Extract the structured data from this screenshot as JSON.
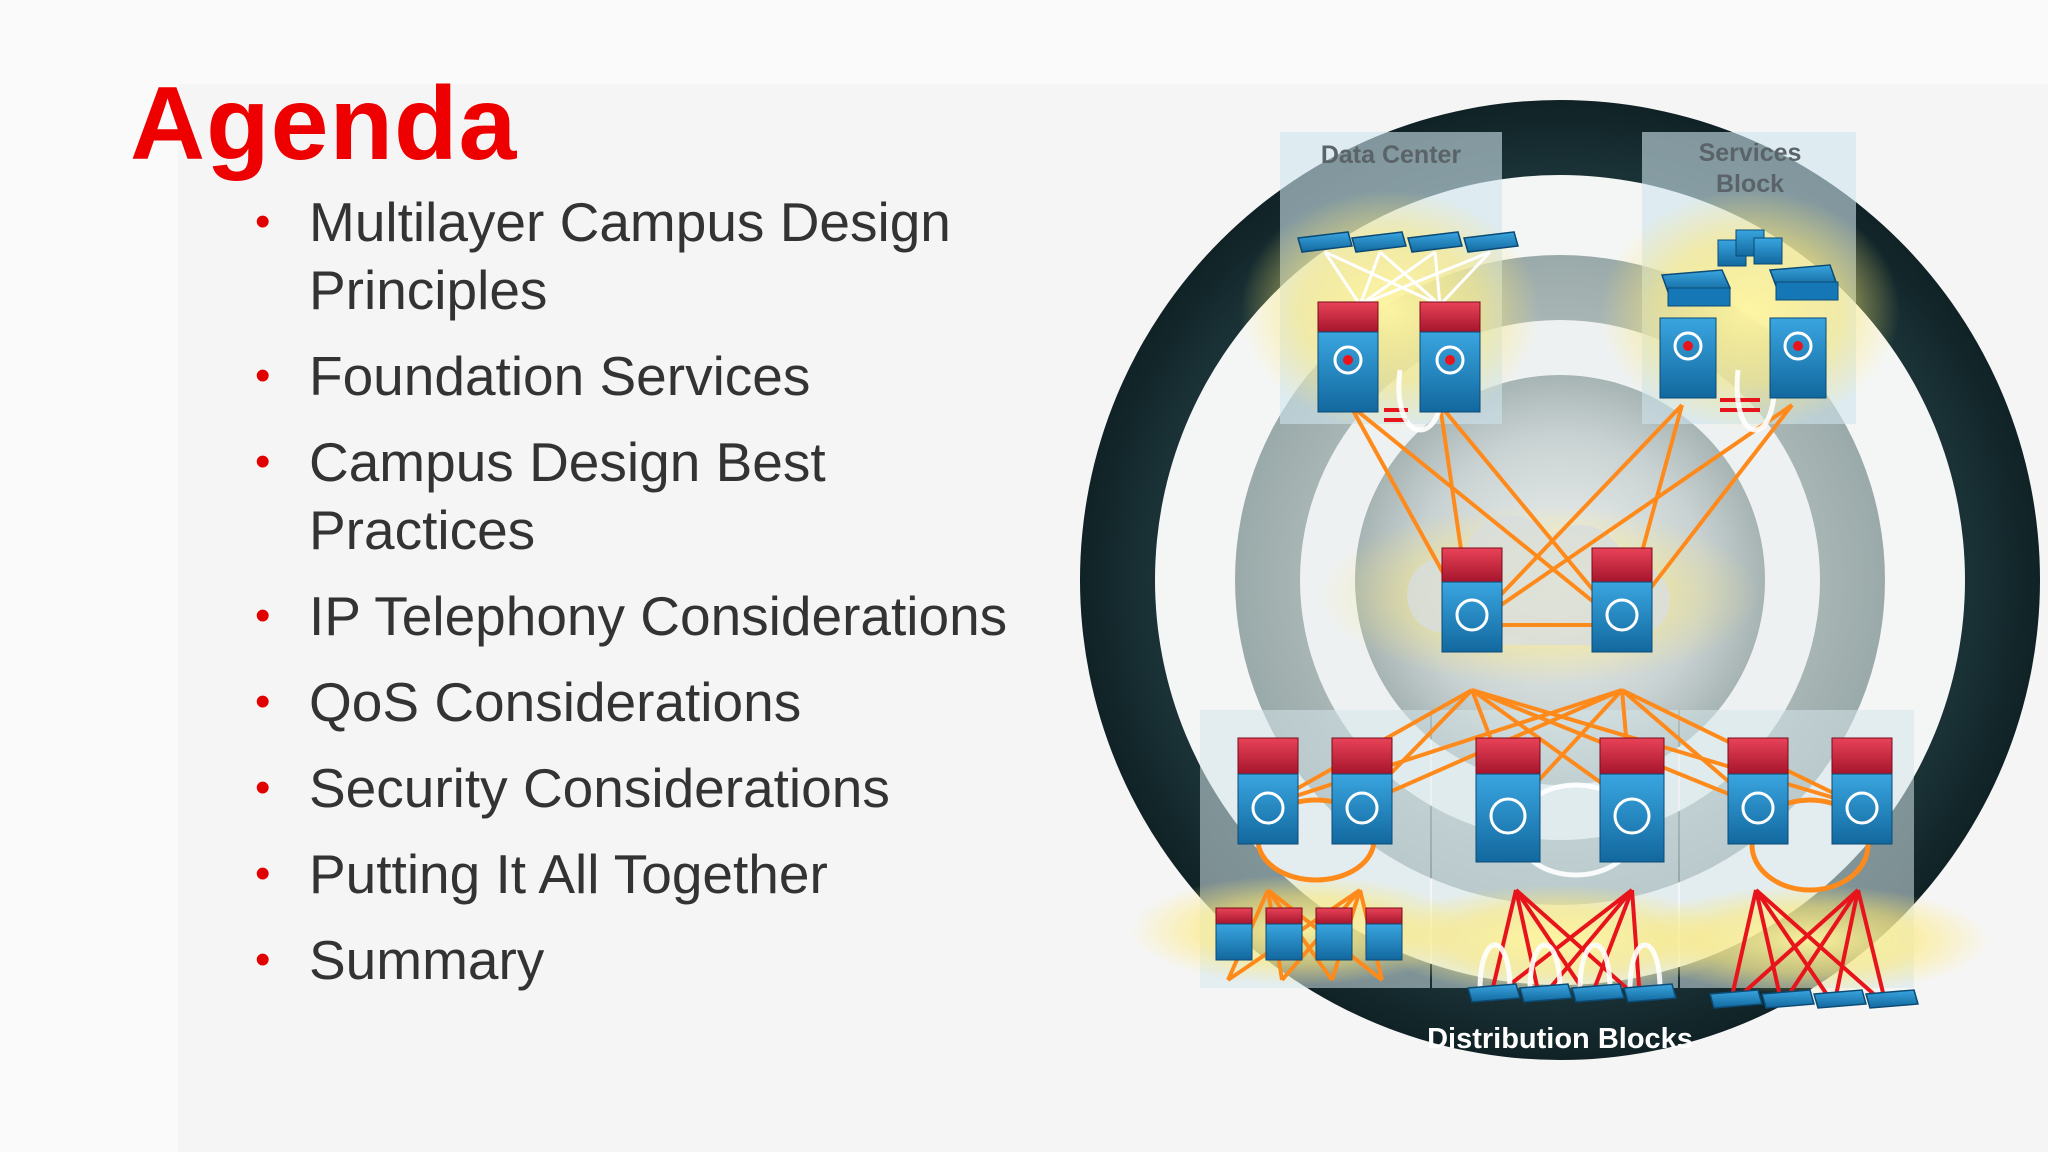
{
  "slide": {
    "title": "Agenda",
    "agenda_items": [
      "Multilayer Campus Design Principles",
      "Foundation Services",
      "Campus Design Best Practices",
      "IP Telephony Considerations",
      "QoS Considerations",
      "Security Considerations",
      "Putting It All Together",
      "Summary"
    ]
  },
  "diagram": {
    "labels": {
      "data_center": "Data Center",
      "services_block": "Services Block",
      "distribution_blocks": "Distribution Blocks"
    }
  },
  "colors": {
    "title": "#ee0000",
    "bullet": "#e00000",
    "body_text": "#333333",
    "link_orange": "#ff8a1c",
    "link_red": "#e8141c",
    "switch_blue": "#1e86c8",
    "switch_red": "#d21f3a"
  }
}
